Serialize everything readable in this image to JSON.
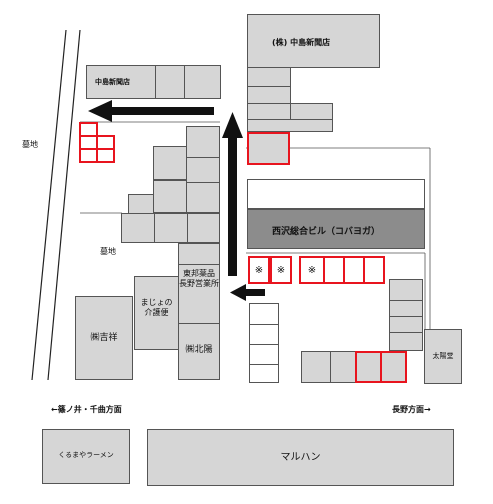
{
  "labels": {
    "nakajima_shinbun_top": "(株) 中島新聞店",
    "nakajima_shinbun_small": "中島新聞店",
    "bochi_left": "墓地",
    "bochi_inner": "墓地",
    "nishizawa_building": "西沢総合ビル（コバヨガ）",
    "toho_yakuhin": "東邦薬品\n長野営業所",
    "majo": "まじょの\n介護便",
    "kabu_kichisho": "㈱吉祥",
    "kabu_hokuyo": "㈱北陽",
    "taiyodo": "太陽堂",
    "dir_left": "←篠ノ井・千曲方面",
    "dir_right": "長野方面→",
    "kurumaya": "くるまやラーメン",
    "maruhan": "マルハン",
    "note_mark": "※"
  },
  "colors": {
    "building": "#d6d6d6",
    "highlight_building": "#8c8c8c",
    "parking_red": "#e8141e",
    "arrow": "#111111"
  }
}
